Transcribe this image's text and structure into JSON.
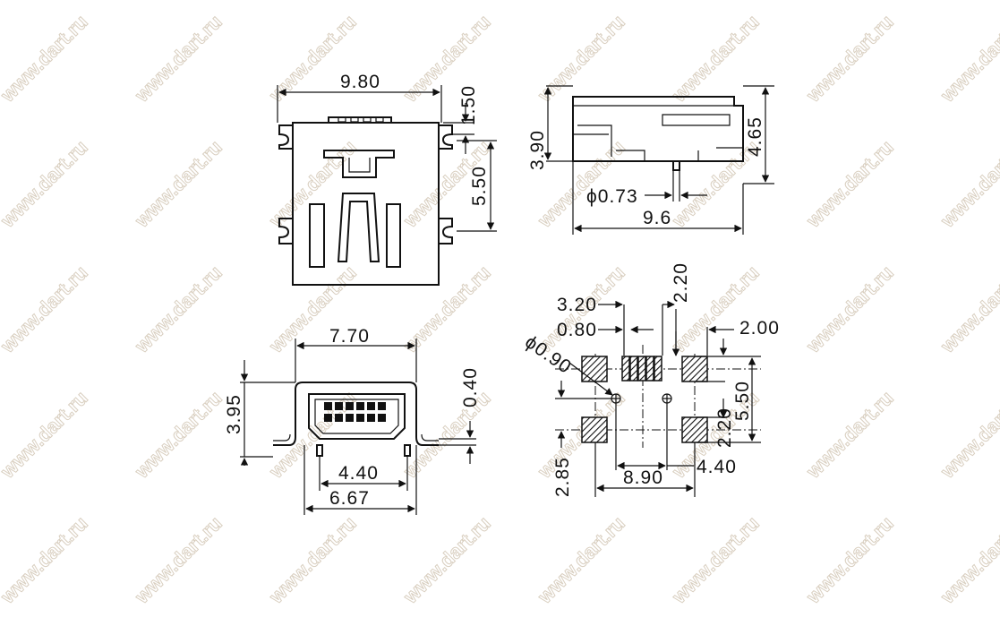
{
  "watermark": "www.dart.ru",
  "front_view": {
    "width": "9.80",
    "top_offset": "1.50",
    "ear_pitch": "5.50"
  },
  "side_view": {
    "height": "3.90",
    "overall_height": "4.65",
    "peg_diameter": "ϕ0.73",
    "length": "9.6"
  },
  "end_view": {
    "width": "7.70",
    "height": "3.95",
    "flange": "0.40",
    "peg_pitch": "4.40",
    "flange_width": "6.67"
  },
  "footprint": {
    "pin_span": "3.20",
    "pin_pitch": "0.80",
    "pin_length": "2.20",
    "pad_size": "2.00",
    "hole_diameter": "ϕ0.90",
    "pad_gap": "2.20",
    "pad_pitch_y": "5.50",
    "hole_offset": "2.85",
    "hole_pitch": "4.40",
    "pad_pitch_x": "8.90"
  }
}
